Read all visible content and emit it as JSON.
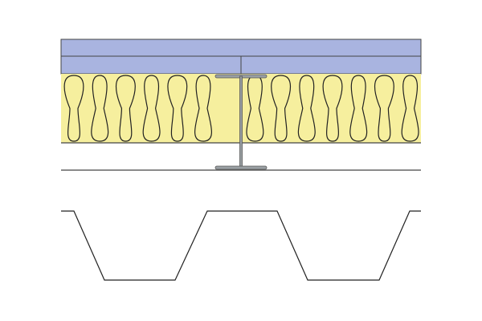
{
  "colors": {
    "board": "#a9b4e0",
    "insulation": "#f6ef9e",
    "line": "#2b2b2b",
    "steel": "#9aa0a4"
  },
  "layers": [
    "board-top",
    "board-second",
    "insulation",
    "steel-i-beam",
    "ceiling-line",
    "trapezoidal-deck"
  ]
}
